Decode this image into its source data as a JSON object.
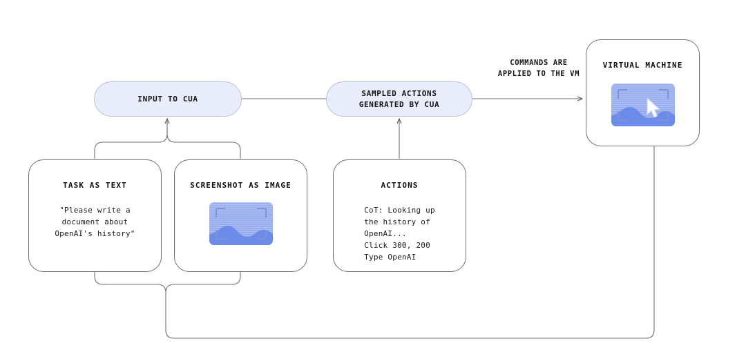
{
  "diagram": {
    "title": "CUA agent loop",
    "colors": {
      "pill_fill": "#e8ecfb",
      "pill_border": "#b9c2d8",
      "card_border": "#6f6f6f",
      "wire": "#6f6f6f",
      "thumb_sky": "#9db2f0",
      "thumb_wave": "#6d8be8",
      "background": "#ffffff"
    }
  },
  "nodes": {
    "input_to_cua": {
      "label": "INPUT TO CUA"
    },
    "sampled_actions": {
      "label": "SAMPLED ACTIONS\nGENERATED BY CUA"
    },
    "virtual_machine": {
      "title": "VIRTUAL MACHINE"
    },
    "task_as_text": {
      "title": "TASK AS TEXT",
      "body": "\"Please write a\ndocument about\nOpenAI's history\""
    },
    "screenshot_as_image": {
      "title": "SCREENSHOT AS IMAGE"
    },
    "actions": {
      "title": "ACTIONS",
      "body": "CoT: Looking up\nthe history of\nOpenAI...\nClick 300, 200\nType OpenAI"
    }
  },
  "edges": {
    "commands_label": "COMMANDS ARE\nAPPLIED TO THE VM"
  },
  "icons": {
    "screenshot_thumb": "screenshot-image-icon",
    "vm_thumb": "screenshot-image-icon",
    "cursor": "mouse-cursor-icon"
  }
}
